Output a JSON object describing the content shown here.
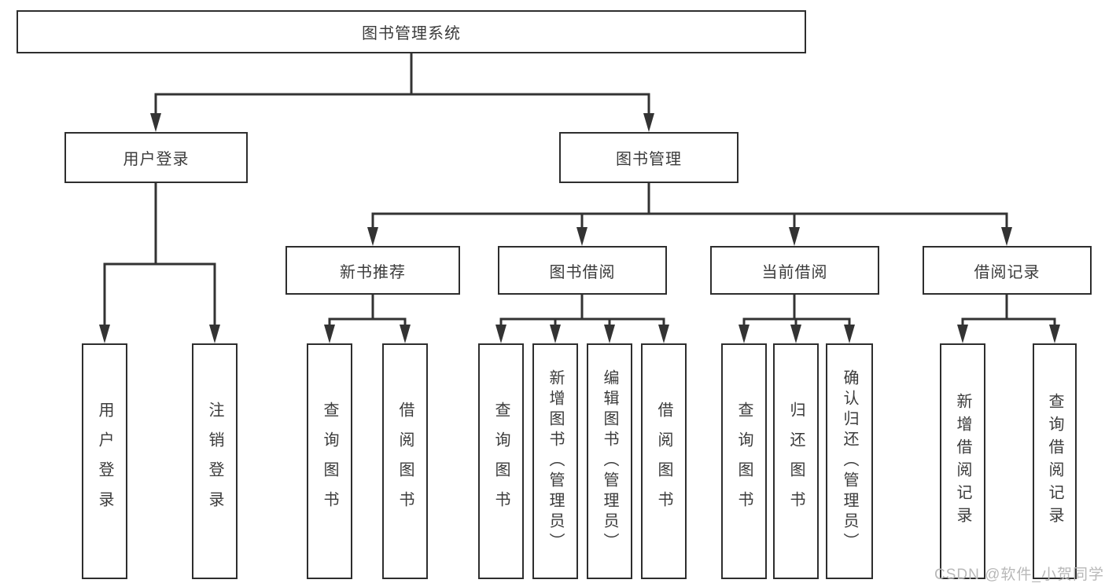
{
  "tree": {
    "label": "图书管理系统",
    "children": [
      {
        "label": "用户登录",
        "children": [
          {
            "label": "用户登录"
          },
          {
            "label": "注销登录"
          }
        ]
      },
      {
        "label": "图书管理",
        "children": [
          {
            "label": "新书推荐",
            "children": [
              {
                "label": "查询图书"
              },
              {
                "label": "借阅图书"
              }
            ]
          },
          {
            "label": "图书借阅",
            "children": [
              {
                "label": "查询图书"
              },
              {
                "label": "新增图书（管理员）"
              },
              {
                "label": "编辑图书（管理员）"
              },
              {
                "label": "借阅图书"
              }
            ]
          },
          {
            "label": "当前借阅",
            "children": [
              {
                "label": "查询图书"
              },
              {
                "label": "归还图书"
              },
              {
                "label": "确认归还（管理员）"
              }
            ]
          },
          {
            "label": "借阅记录",
            "children": [
              {
                "label": "新增借阅记录"
              },
              {
                "label": "查询借阅记录"
              }
            ]
          }
        ]
      }
    ]
  },
  "watermark": {
    "text": "CSDN @软件_小贺同学",
    "color": "#b8b8b8"
  },
  "colors": {
    "background": "#ffffff",
    "line": "#333333",
    "box_border": "#2e2e2e",
    "text": "#3b3b3b"
  }
}
